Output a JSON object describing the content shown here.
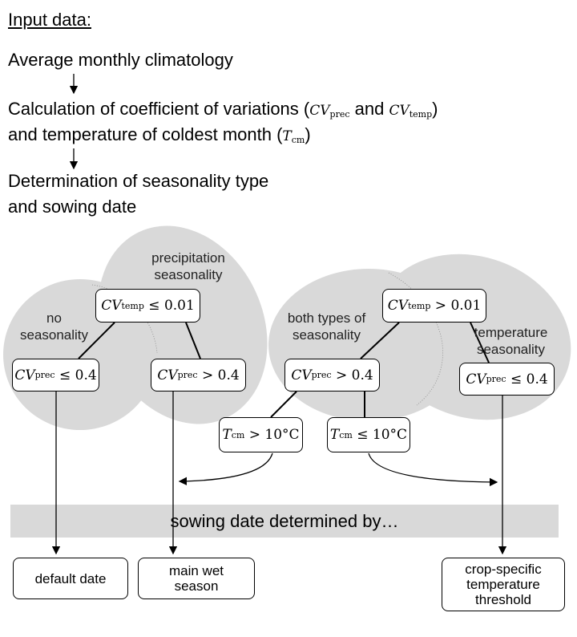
{
  "header": {
    "title": "Input data:",
    "step1": "Average monthly climatology",
    "step2_a": "Calculation of coefficient of variations (",
    "step2_cv": "CV",
    "step2_prec": "prec",
    "step2_and": " and ",
    "step2_temp": "temp",
    "step2_close": ")",
    "step3_a": "and temperature of coldest month (",
    "step3_t": "T",
    "step3_cm": "cm",
    "step3_close": ")",
    "step4": "Determination of seasonality type",
    "step5": "and sowing date"
  },
  "labels": {
    "no_seasonality": "no\nseasonality",
    "precipitation_seasonality": "precipitation\nseasonality",
    "both_types": "both types of\nseasonality",
    "temperature_seasonality": "temperature\nseasonality"
  },
  "conditions": {
    "cv_temp_low": {
      "var": "CV",
      "sub": "temp",
      "rel": " ≤ 0.01"
    },
    "cv_prec_low_left": {
      "var": "CV",
      "sub": "prec",
      "rel": " ≤ 0.4"
    },
    "cv_prec_high_left": {
      "var": "CV",
      "sub": "prec",
      "rel": " > 0.4"
    },
    "cv_temp_high": {
      "var": "CV",
      "sub": "temp",
      "rel": " > 0.01"
    },
    "cv_prec_high_right": {
      "var": "CV",
      "sub": "prec",
      "rel": " > 0.4"
    },
    "cv_prec_low_right": {
      "var": "CV",
      "sub": "prec",
      "rel": " ≤ 0.4"
    },
    "tcm_high": {
      "var": "T",
      "sub": "cm",
      "rel": " > 10°C"
    },
    "tcm_low": {
      "var": "T",
      "sub": "cm",
      "rel": " ≤ 10°C"
    }
  },
  "band": "sowing date determined by…",
  "outcomes": {
    "default": "default date",
    "wet": "main wet\nseason",
    "crop": "crop-specific\ntemperature\nthreshold"
  }
}
